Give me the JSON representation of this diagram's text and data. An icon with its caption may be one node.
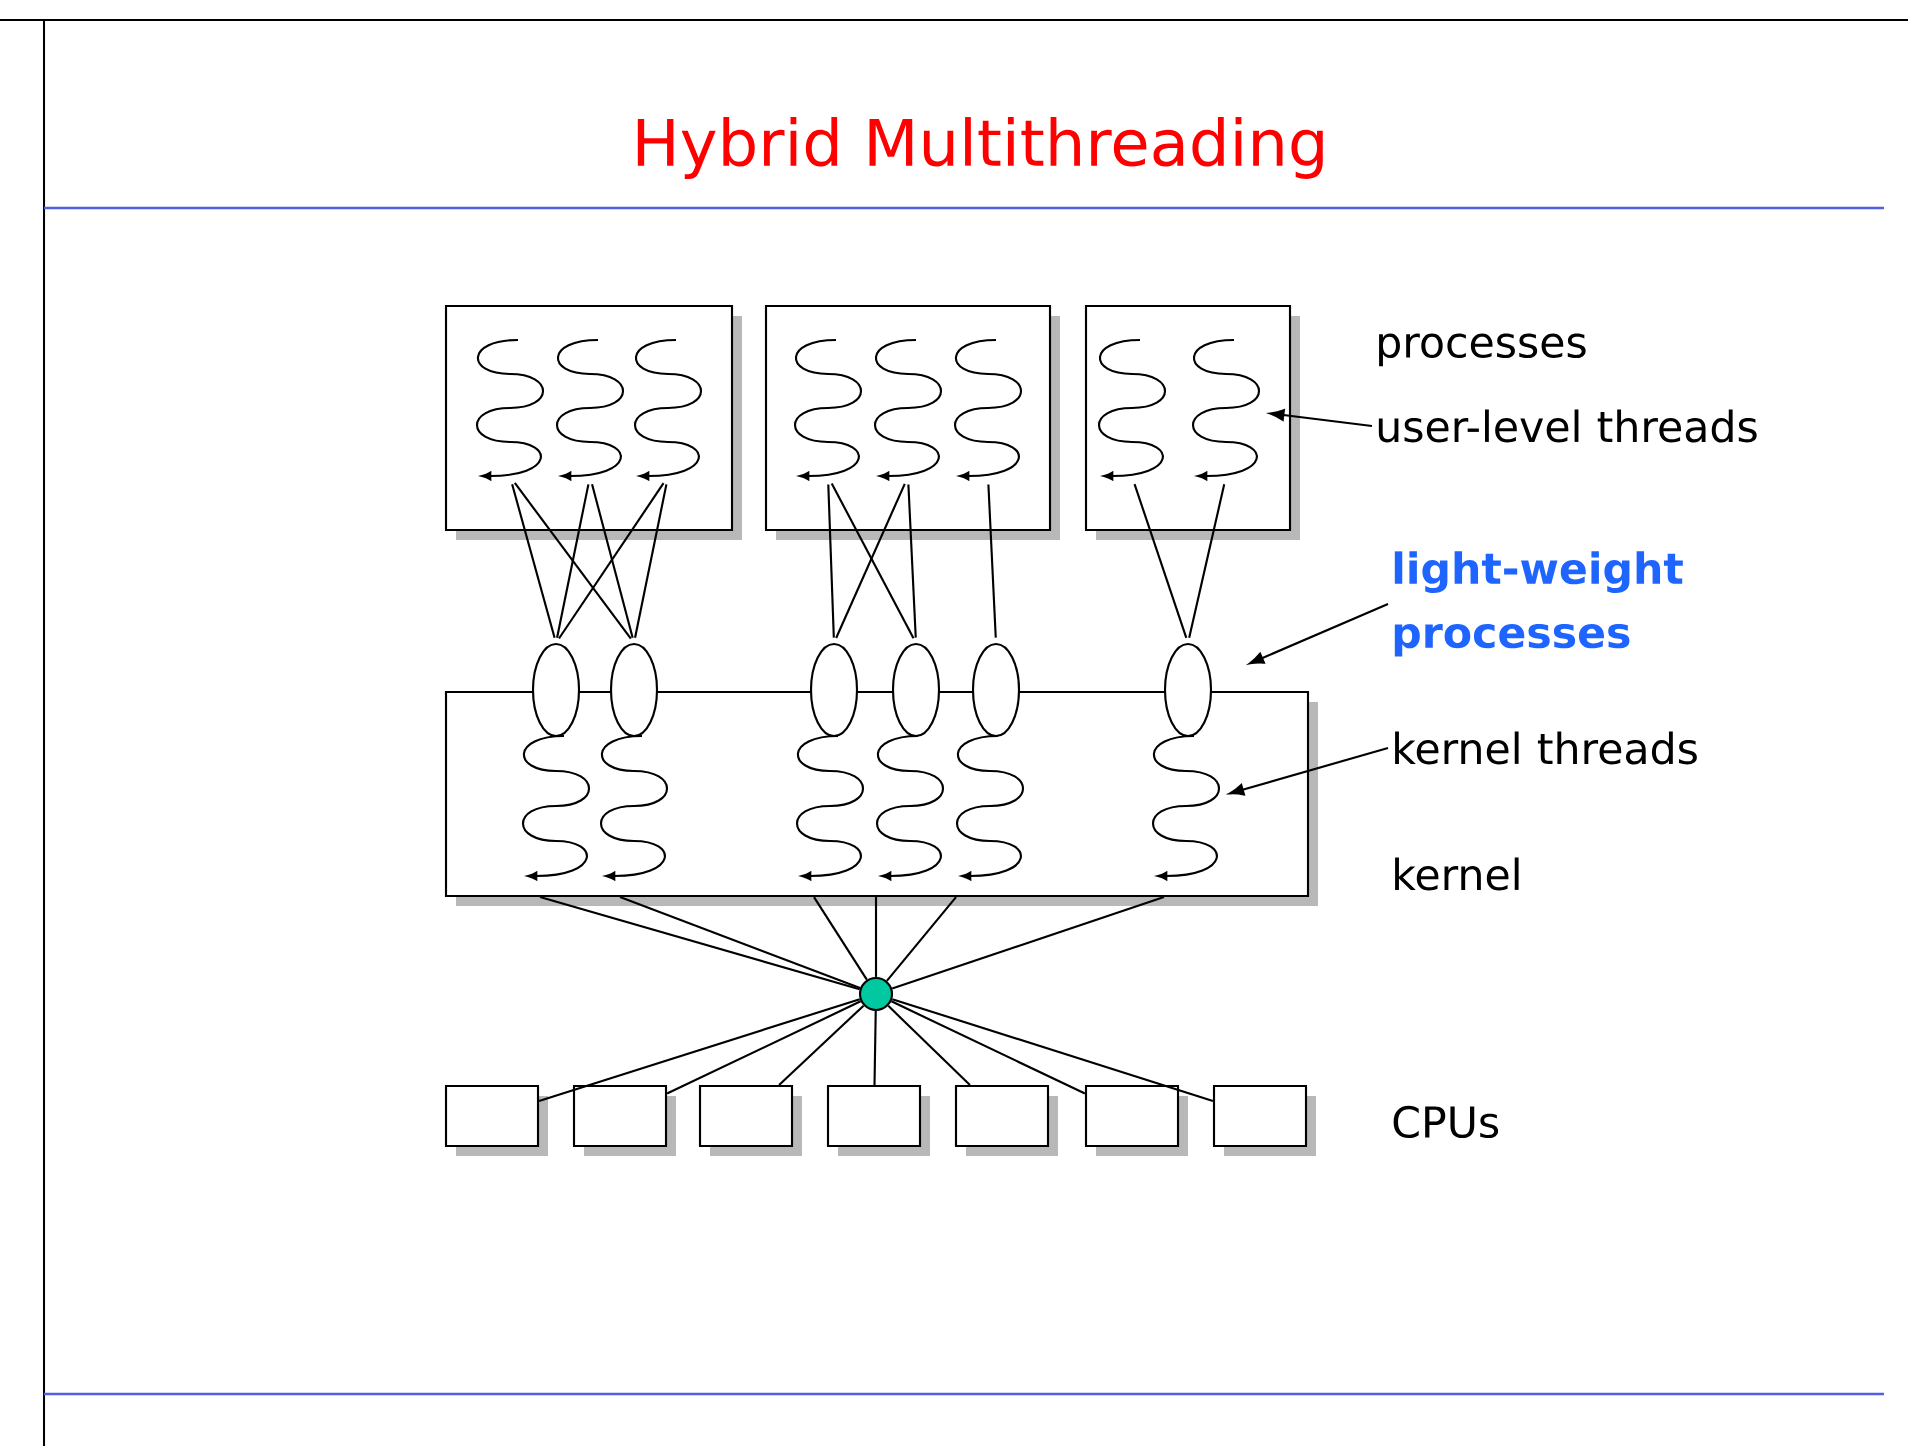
{
  "diagram": {
    "title": "Hybrid Multithreading",
    "nodes": [
      {
        "text": [],
        "shape": "box"
      },
      {
        "text": [],
        "shape": "box"
      },
      {
        "text": [],
        "shape": "box"
      },
      {
        "text": [],
        "shape": "wave",
        "in": 0
      },
      {
        "text": [],
        "shape": "wave",
        "in": 0
      },
      {
        "text": [],
        "shape": "wave",
        "in": 0
      },
      {
        "text": [],
        "shape": "wave",
        "in": 1
      },
      {
        "text": [],
        "shape": "wave",
        "in": 1
      },
      {
        "text": [],
        "shape": "wave",
        "in": 1
      },
      {
        "text": [],
        "shape": "wave",
        "in": 2
      },
      {
        "text": [],
        "shape": "wave",
        "in": 2
      },
      {
        "text": [],
        "shape": "box"
      },
      {
        "text": [],
        "shape": "ellipse"
      },
      {
        "text": [],
        "shape": "ellipse"
      },
      {
        "text": [],
        "shape": "ellipse"
      },
      {
        "text": [],
        "shape": "ellipse"
      },
      {
        "text": [],
        "shape": "ellipse"
      },
      {
        "text": [],
        "shape": "ellipse"
      },
      {
        "text": [],
        "shape": "wave",
        "in": 11
      },
      {
        "text": [],
        "shape": "wave",
        "in": 11
      },
      {
        "text": [],
        "shape": "wave",
        "in": 11
      },
      {
        "text": [],
        "shape": "wave",
        "in": 11
      },
      {
        "text": [],
        "shape": "wave",
        "in": 11
      },
      {
        "text": [],
        "shape": "wave",
        "in": 11
      },
      {
        "text": [],
        "shape": "circle"
      },
      {
        "text": [],
        "shape": "box"
      },
      {
        "text": [],
        "shape": "box"
      },
      {
        "text": [],
        "shape": "box"
      },
      {
        "text": [],
        "shape": "box"
      },
      {
        "text": [],
        "shape": "box"
      },
      {
        "text": [],
        "shape": "box"
      },
      {
        "text": [],
        "shape": "box"
      },
      {
        "text": [
          "user-level threads"
        ]
      },
      {
        "text": [
          "light-weight processes"
        ]
      },
      {
        "text": [
          "kernel threads"
        ]
      }
    ],
    "edges": [
      {
        "from": 3,
        "to": 12,
        "arrow": "none"
      },
      {
        "from": 3,
        "to": 13,
        "arrow": "none"
      },
      {
        "from": 4,
        "to": 12,
        "arrow": "none"
      },
      {
        "from": 4,
        "to": 13,
        "arrow": "none"
      },
      {
        "from": 5,
        "to": 12,
        "arrow": "none"
      },
      {
        "from": 5,
        "to": 13,
        "arrow": "none"
      },
      {
        "from": 6,
        "to": 14,
        "arrow": "none"
      },
      {
        "from": 6,
        "to": 15,
        "arrow": "none"
      },
      {
        "from": 7,
        "to": 14,
        "arrow": "none"
      },
      {
        "from": 7,
        "to": 15,
        "arrow": "none"
      },
      {
        "from": 8,
        "to": 16,
        "arrow": "none"
      },
      {
        "from": 9,
        "to": 17,
        "arrow": "none"
      },
      {
        "from": 10,
        "to": 17,
        "arrow": "none"
      },
      {
        "from": 11,
        "to": 24,
        "arrow": "none"
      },
      {
        "from": 11,
        "to": 24,
        "arrow": "none"
      },
      {
        "from": 11,
        "to": 24,
        "arrow": "none"
      },
      {
        "from": 11,
        "to": 24,
        "arrow": "none"
      },
      {
        "from": 11,
        "to": 24,
        "arrow": "none"
      },
      {
        "from": 11,
        "to": 24,
        "arrow": "none"
      },
      {
        "from": 24,
        "to": 25,
        "arrow": "none"
      },
      {
        "from": 24,
        "to": 26,
        "arrow": "none"
      },
      {
        "from": 24,
        "to": 27,
        "arrow": "none"
      },
      {
        "from": 24,
        "to": 28,
        "arrow": "none"
      },
      {
        "from": 24,
        "to": 29,
        "arrow": "none"
      },
      {
        "from": 24,
        "to": 30,
        "arrow": "none"
      },
      {
        "from": 24,
        "to": 31,
        "arrow": "none"
      },
      {
        "from": 32,
        "to": 10,
        "arrow": "to"
      },
      {
        "from": 33,
        "to": 17,
        "arrow": "to"
      },
      {
        "from": 34,
        "to": 23,
        "arrow": "to"
      }
    ],
    "labels": [
      "processes",
      "kernel",
      "CPUs"
    ]
  }
}
